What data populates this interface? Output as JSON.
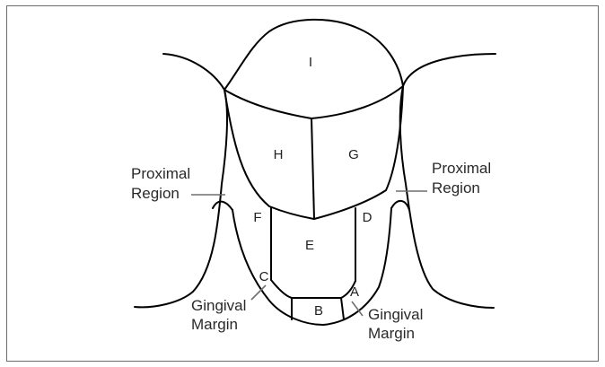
{
  "regions": {
    "a": "A",
    "b": "B",
    "c": "C",
    "d": "D",
    "e": "E",
    "f": "F",
    "g": "G",
    "h": "H",
    "i": "I"
  },
  "callouts": {
    "proximal_left": [
      "Proximal",
      "Region"
    ],
    "proximal_right": [
      "Proximal",
      "Region"
    ],
    "gingival_left": [
      "Gingival",
      "Margin"
    ],
    "gingival_right": [
      "Gingival",
      "Margin"
    ]
  },
  "colors": {
    "lines": "#000000",
    "text": "#222222",
    "pointer": "#6e6e6e",
    "frame": "#6b6b6b"
  }
}
